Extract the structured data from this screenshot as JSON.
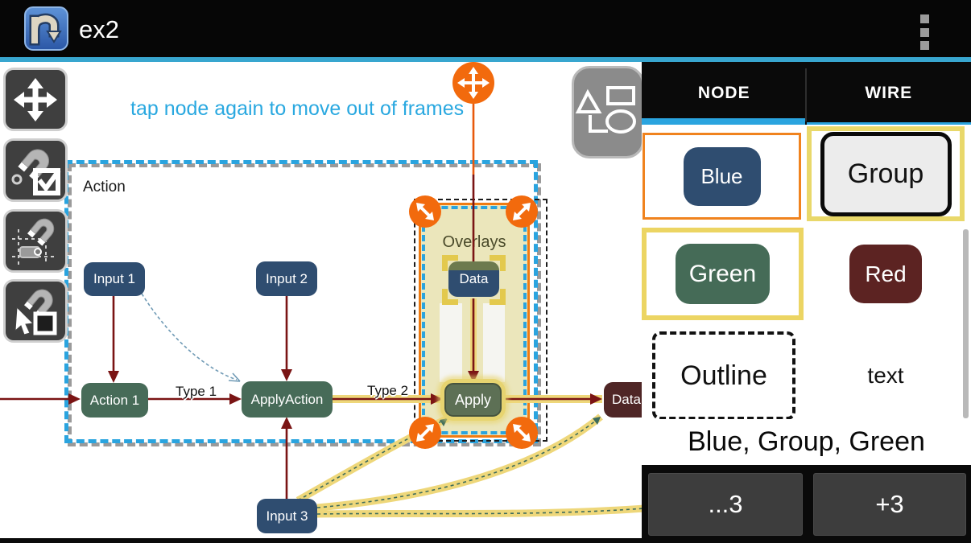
{
  "app": {
    "title": "ex2",
    "menu_icon": "overflow-menu-icon"
  },
  "toolbar": {
    "buttons": [
      {
        "label": "move-tool",
        "icon": "move-arrows-icon"
      },
      {
        "label": "snap-toggle-tool",
        "icon": "magnet-checkbox-icon"
      },
      {
        "label": "snap-grid-tool",
        "icon": "magnet-grid-icon"
      },
      {
        "label": "snap-select-tool",
        "icon": "magnet-cursor-icon"
      }
    ]
  },
  "canvas": {
    "hint": "tap node again to move out of frames",
    "frames": [
      {
        "label": "Action"
      },
      {
        "label": "Overlays"
      }
    ],
    "nodes": [
      {
        "label": "Input 1",
        "color": "blue"
      },
      {
        "label": "Input 2",
        "color": "blue"
      },
      {
        "label": "Input 3",
        "color": "blue"
      },
      {
        "label": "Action 1",
        "color": "green"
      },
      {
        "label": "ApplyAction",
        "color": "green"
      },
      {
        "label": "Apply",
        "color": "green",
        "selected": true
      },
      {
        "label": "Data",
        "color": "blue",
        "selected": true
      },
      {
        "label": "Data",
        "color": "maroon"
      }
    ],
    "wire_labels": [
      "Type 1",
      "Type 2"
    ],
    "shapes_button_icon": "shapes-icon",
    "move_handle_icon": "move-arrows-icon",
    "resize_handle_icon": "diagonal-resize-icon"
  },
  "panel": {
    "tabs": [
      {
        "label": "NODE",
        "active": true
      },
      {
        "label": "WIRE",
        "active": false
      }
    ],
    "palette": [
      {
        "label": "Blue",
        "highlight": "orange"
      },
      {
        "label": "Group",
        "highlight": "yellow"
      },
      {
        "label": "Green",
        "highlight": "yellow"
      },
      {
        "label": "Red",
        "highlight": "none"
      },
      {
        "label": "Outline",
        "highlight": "none"
      },
      {
        "label": "text",
        "highlight": "none"
      }
    ],
    "selection_summary": "Blue, Group, Green",
    "footer_buttons": [
      {
        "label": "...3"
      },
      {
        "label": "+3"
      }
    ]
  },
  "colors": {
    "accent_cyan": "#2aa4df",
    "selection_orange": "#f26a0d",
    "wire_red": "#7a1414",
    "highlight_yellow": "#eed77a",
    "node_blue": "#2f4d70",
    "node_green": "#476b58",
    "node_red": "#5c2322",
    "node_maroon": "#4f2626",
    "frame_fill": "#ebe6bb"
  }
}
